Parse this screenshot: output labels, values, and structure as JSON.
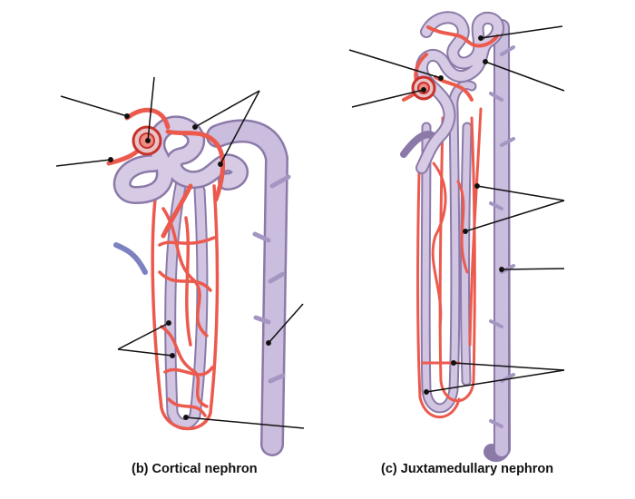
{
  "figure": {
    "captions": {
      "cortical": "(b) Cortical nephron",
      "juxtamedullary": "(c) Juxtamedullary nephron"
    },
    "colors": {
      "vessel_red": "#ec5a4e",
      "vessel_red_dark": "#c9322c",
      "tubule_purple": "#c7b8d9",
      "tubule_purple_dark": "#8b7aa8",
      "vein_blue": "#7c82bf",
      "leader_line": "#111111"
    },
    "labels": {
      "note": "All leader lines in the original are blank (unlabeled)."
    }
  }
}
